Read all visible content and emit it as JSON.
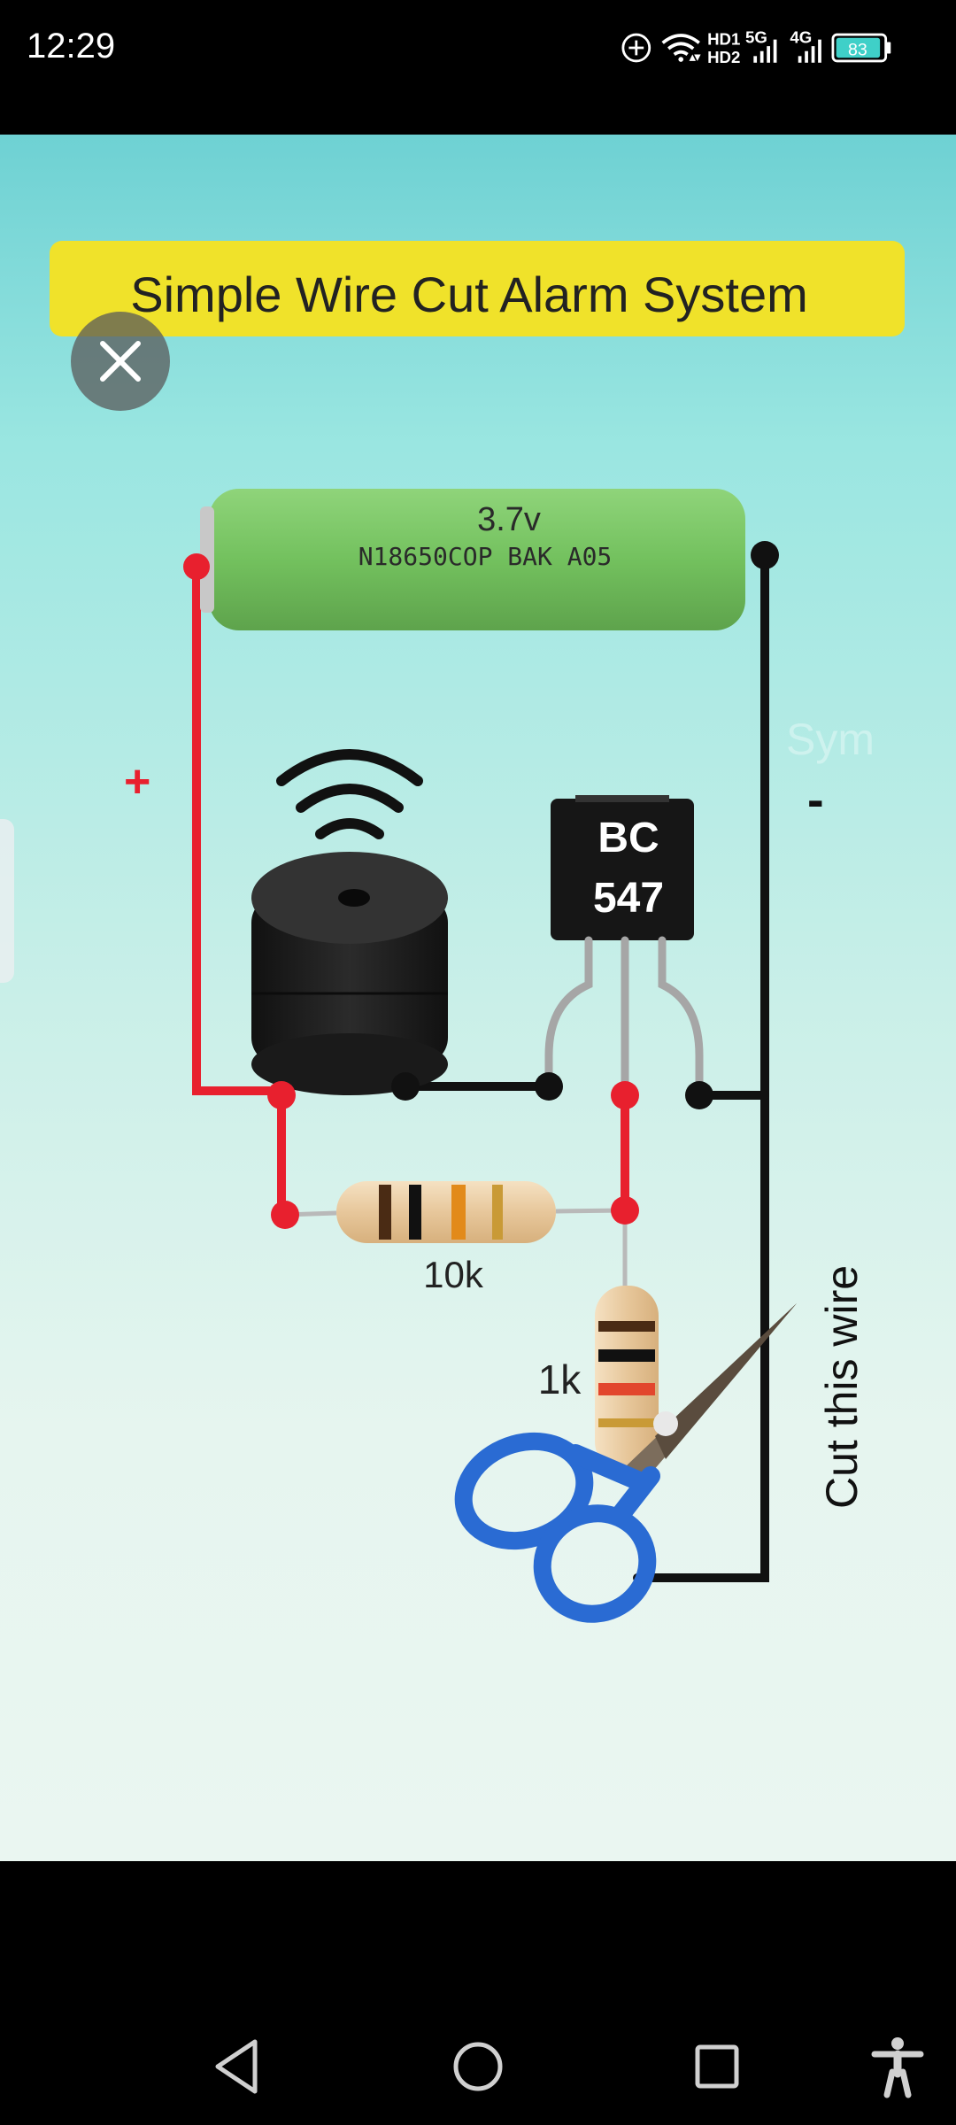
{
  "status_bar": {
    "time": "12:29",
    "hd1": "HD1",
    "hd2": "HD2",
    "net1": "5G",
    "net2": "4G",
    "battery": "83"
  },
  "diagram": {
    "title": "Simple Wire Cut  Alarm System",
    "battery_voltage": "3.7v",
    "battery_model": "N18650COP  BAK  A05",
    "plus_label": "+",
    "minus_label": "-",
    "transistor_line1": "BC",
    "transistor_line2": "547",
    "resistor_10k": "10k",
    "resistor_1k": "1k",
    "cut_label": "Cut this wire",
    "watermark": "Sym"
  },
  "icons": {
    "close": "close-icon",
    "back": "back-triangle-icon",
    "home": "home-circle-icon",
    "recents": "recents-square-icon",
    "accessibility": "accessibility-icon"
  }
}
